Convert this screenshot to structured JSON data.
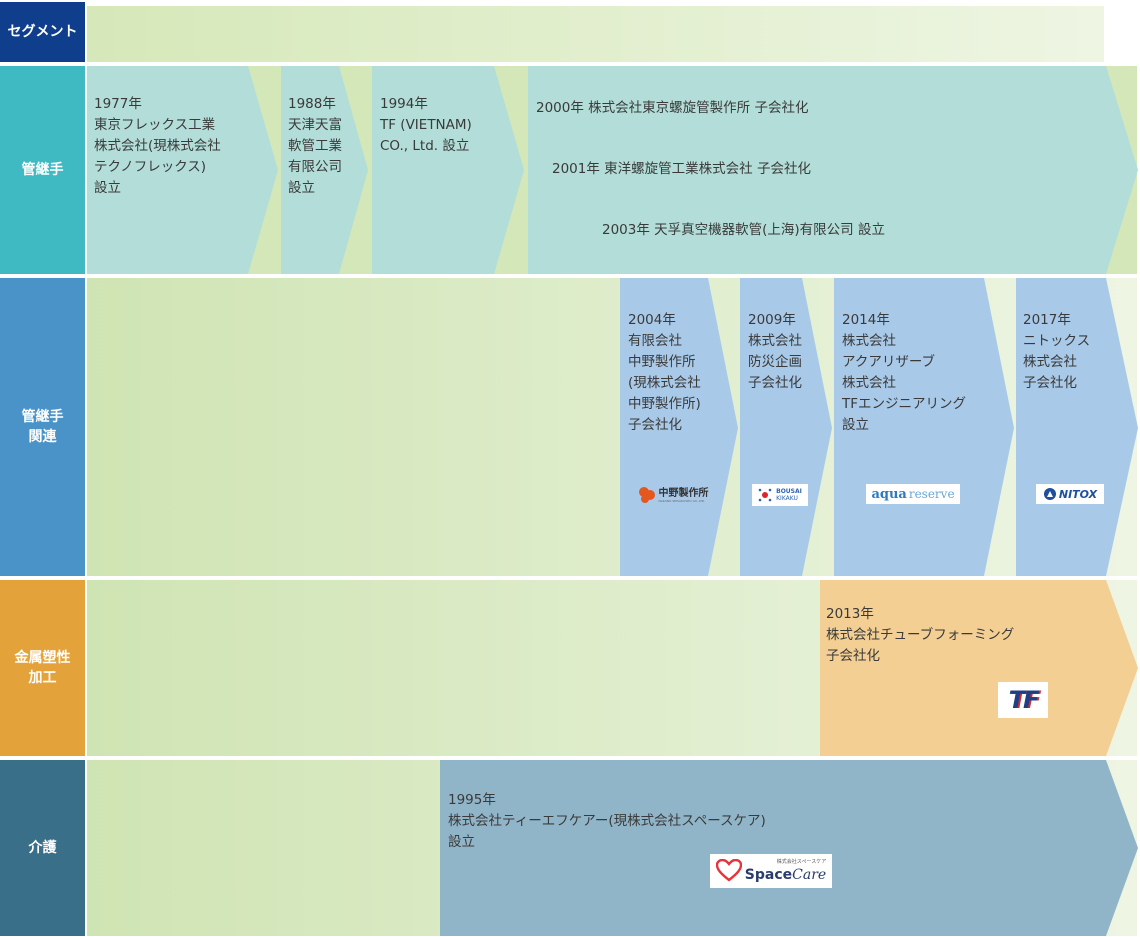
{
  "segments": [
    {
      "label": "セグメント",
      "color": "#0f3f8c"
    },
    {
      "label": "管継手",
      "color": "#3fb9c2"
    },
    {
      "label": "管継手\n関連",
      "color": "#4a93c8"
    },
    {
      "label": "金属塑性\n加工",
      "color": "#e4a33a"
    },
    {
      "label": "介護",
      "color": "#3a6f8a"
    }
  ],
  "rows": {
    "pipe": {
      "e1977": "1977年\n東京フレックス工業\n株式会社(現株式会社\nテクノフレックス)\n設立",
      "e1988": "1988年\n天津天富\n軟管工業\n有限公司\n設立",
      "e1994": "1994年\nTF (VIETNAM)\nCO., Ltd. 設立",
      "e2000": "2000年 株式会社東京螺旋管製作所 子会社化",
      "e2001": "2001年 東洋螺旋管工業株式会社 子会社化",
      "e2003": "2003年 天孚真空機器軟管(上海)有限公司 設立"
    },
    "related": {
      "e2004": "2004年\n有限会社\n中野製作所\n(現株式会社\n中野製作所)\n子会社化",
      "e2009": "2009年\n株式会社\n防災企画\n子会社化",
      "e2014": "2014年\n株式会社\nアクアリザーブ\n株式会社\nTFエンジニアリング\n設立",
      "e2017": "2017年\nニトックス\n株式会社\n子会社化",
      "logos": {
        "nakano": "中野製作所",
        "nakano_sub": "NAKANO SEISAKUSHO CO.,LTD.",
        "bousai_1": "BOUSAI",
        "bousai_2": "KIKAKU",
        "aqua_1": "aqua",
        "aqua_2": "reserve",
        "nitox": "NITOX"
      }
    },
    "metal": {
      "e2013": "2013年\n株式会社チューブフォーミング\n子会社化",
      "logo": "TF"
    },
    "care": {
      "e1995": "1995年\n株式会社ティーエフケアー(現株式会社スペースケア)\n設立",
      "logo_small": "株式会社スペースケア",
      "logo_main_1": "Space",
      "logo_main_2": "Care"
    }
  }
}
